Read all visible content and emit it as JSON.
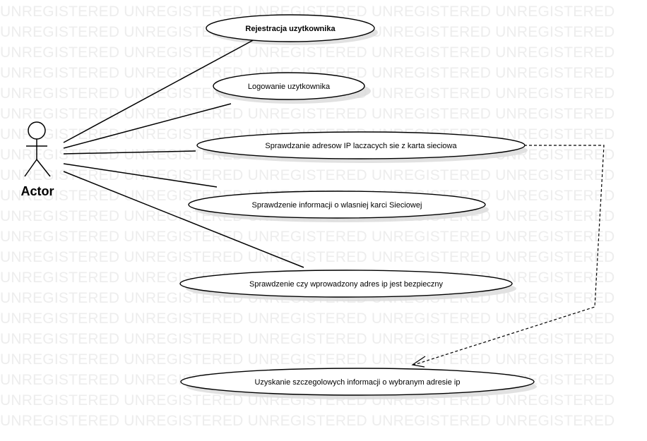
{
  "watermark": "UNREGISTERED UNREGISTERED UNREGISTERED UNREGISTERED UNREGISTERED",
  "actor": {
    "label": "Actor"
  },
  "use_cases": {
    "rejestracja": "Rejestracja uzytkownika",
    "logowanie": "Logowanie uzytkownika",
    "sprawdzanie_adresow": "Sprawdzanie adresow IP laczacych sie z karta sieciowa",
    "informacje_karta": "Sprawdzenie informacji o wlasniej karci Sieciowej",
    "bezpieczny_adres": "Sprawdzenie czy wprowadzony adres ip jest bezpieczny",
    "szczegoly_adresu": "Uzyskanie szczegolowych informacji o wybranym adresie ip"
  },
  "colors": {
    "line": "#000000",
    "watermark": "#ededed",
    "shadow": "#dcdcdc"
  }
}
